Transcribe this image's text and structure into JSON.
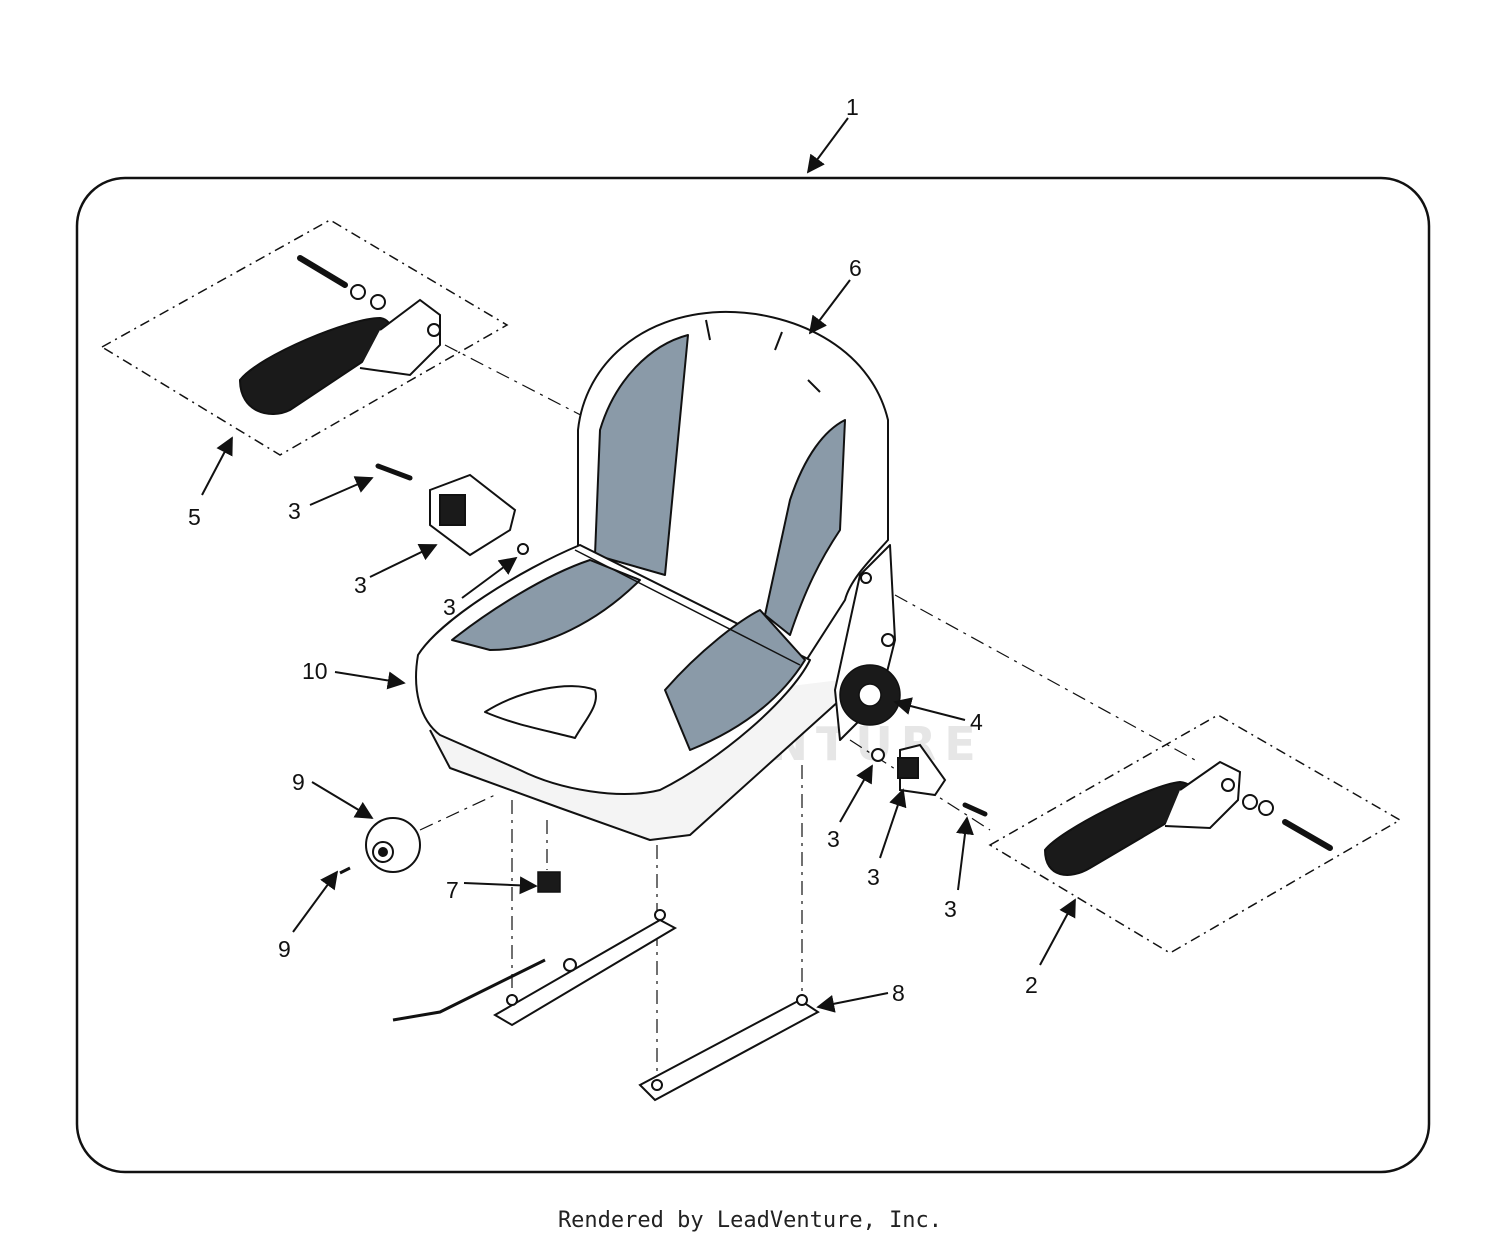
{
  "callouts": {
    "c1": "1",
    "c2": "2",
    "c3a": "3",
    "c3b": "3",
    "c3c": "3",
    "c3d": "3",
    "c3e": "3",
    "c3f": "3",
    "c4": "4",
    "c5": "5",
    "c6": "6",
    "c7": "7",
    "c8": "8",
    "c9a": "9",
    "c9b": "9",
    "c10": "10"
  },
  "watermark": "LEADVENTURE",
  "credit": "Rendered by LeadVenture, Inc.",
  "colors": {
    "seat_accent": "#8a9aa8",
    "armrest_pad": "#1a1a1a",
    "line": "#111111"
  }
}
